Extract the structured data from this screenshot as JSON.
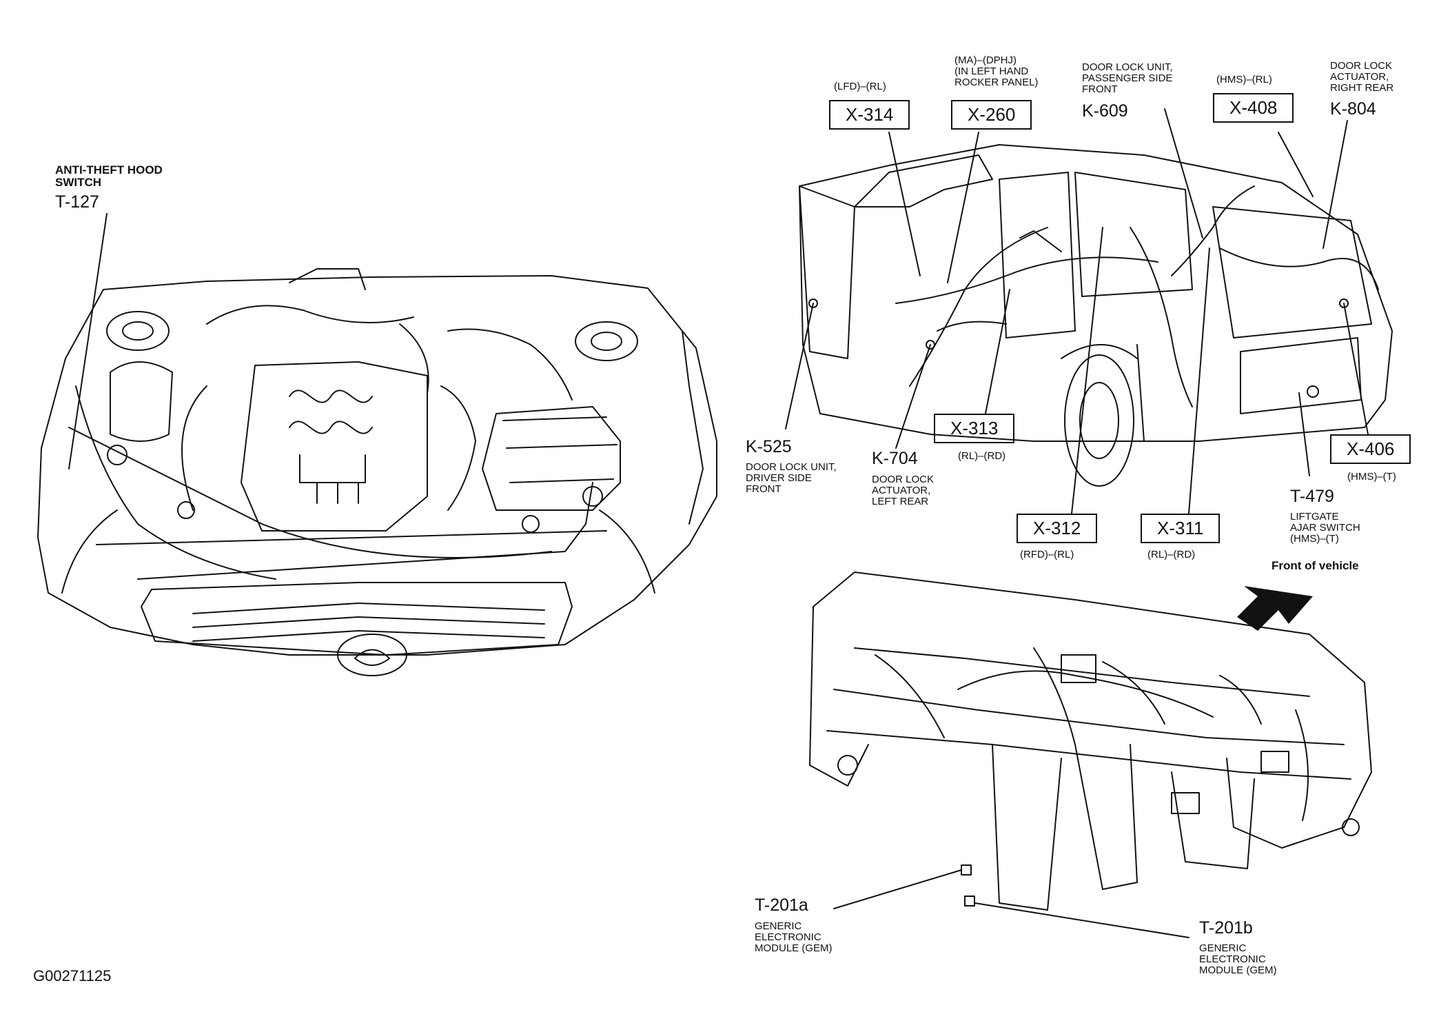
{
  "figure_id": "G00271125",
  "front_arrow_text": "Front of vehicle",
  "callouts": {
    "t127": {
      "caption": "ANTI-THEFT HOOD\nSWITCH",
      "code": "T-127"
    },
    "x314": {
      "code": "X-314",
      "note": "(LFD)–(RL)"
    },
    "x260": {
      "code": "X-260",
      "note": "(MA)–(DPHJ)\n(IN LEFT HAND\nROCKER PANEL)"
    },
    "k609": {
      "caption": "DOOR LOCK UNIT,\nPASSENGER SIDE\nFRONT",
      "code": "K-609"
    },
    "x408": {
      "code": "X-408",
      "note": "(HMS)–(RL)"
    },
    "k804": {
      "caption": "DOOR LOCK\nACTUATOR,\nRIGHT REAR",
      "code": "K-804"
    },
    "k525": {
      "caption": "DOOR LOCK UNIT,\nDRIVER SIDE\nFRONT",
      "code": "K-525"
    },
    "k704": {
      "caption": "DOOR LOCK\nACTUATOR,\nLEFT REAR",
      "code": "K-704"
    },
    "x313": {
      "code": "X-313",
      "note": "(RL)–(RD)"
    },
    "x406": {
      "code": "X-406",
      "note": "(HMS)–(T)"
    },
    "t479": {
      "caption": "LIFTGATE\nAJAR SWITCH\n(HMS)–(T)",
      "code": "T-479"
    },
    "x312": {
      "code": "X-312",
      "note": "(RFD)–(RL)"
    },
    "x311": {
      "code": "X-311",
      "note": "(RL)–(RD)"
    },
    "t201a": {
      "caption": "GENERIC\nELECTRONIC\nMODULE (GEM)",
      "code": "T-201a"
    },
    "t201b": {
      "caption": "GENERIC\nELECTRONIC\nMODULE (GEM)",
      "code": "T-201b"
    }
  },
  "colors": {
    "ink": "#111111",
    "paper": "#ffffff"
  }
}
